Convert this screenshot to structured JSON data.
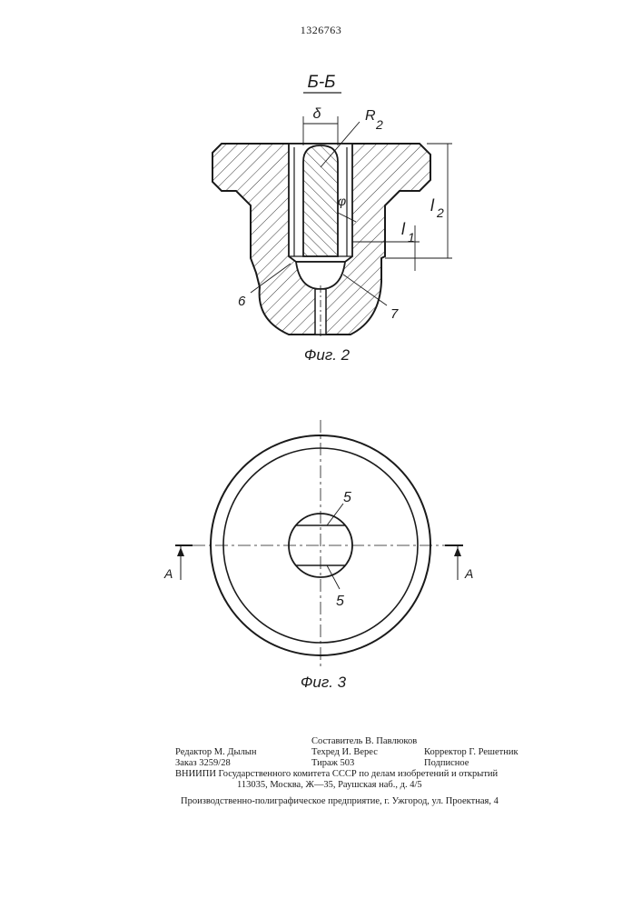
{
  "header": {
    "patent_number": "1326763"
  },
  "figure2": {
    "section_title": "Б-Б",
    "caption": "Фиг. 2",
    "labels": {
      "delta": "δ",
      "r": "R",
      "r_sub": "2",
      "phi": "φ",
      "l1": "l",
      "l1_sub": "1",
      "l2": "l",
      "l2_sub": "2",
      "part6": "6",
      "part7": "7"
    }
  },
  "figure3": {
    "caption": "Фиг. 3",
    "labels": {
      "part5_top": "5",
      "part5_bottom": "5",
      "a_left": "А",
      "a_right": "А"
    }
  },
  "imprint": {
    "compiler": "Составитель В. Павлюков",
    "editor": "Редактор М. Дылын",
    "techred": "Техред И. Верес",
    "corrector": "Корректор Г. Решетник",
    "order": "Заказ 3259/28",
    "circulation": "Тираж 503",
    "subscription": "Подписное",
    "institute": "ВНИИПИ Государственного комитета СССР по делам изобретений и открытий",
    "address": "113035, Москва, Ж—35, Раушская наб., д. 4/5",
    "printer": "Производственно-полиграфическое предприятие, г. Ужгород, ул. Проектная, 4"
  }
}
